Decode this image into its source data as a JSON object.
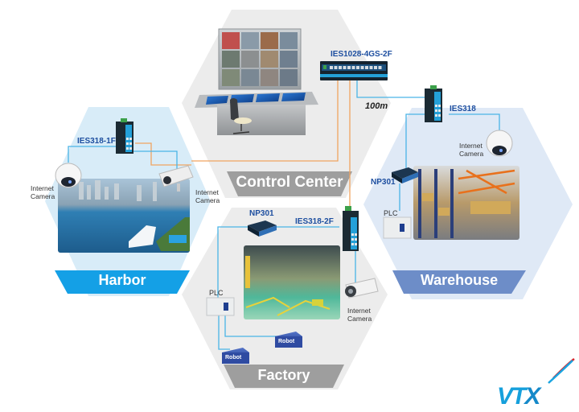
{
  "zones": {
    "control_center": {
      "title": "Control Center",
      "fill": "#ececec",
      "banner": "#9e9e9e"
    },
    "harbor": {
      "title": "Harbor",
      "fill": "#d8ecf8",
      "banner": "#14a0e6"
    },
    "factory": {
      "title": "Factory",
      "fill": "#ececec",
      "banner": "#9e9e9e"
    },
    "warehouse": {
      "title": "Warehouse",
      "fill": "#dfe9f6",
      "banner": "#6d8dc8"
    }
  },
  "devices": {
    "core_switch": "IES1028-4GS-2F",
    "harbor_switch": "IES318-1F",
    "warehouse_switch": "IES318",
    "factory_switch": "IES318-2F",
    "factory_server": "NP301",
    "warehouse_server": "NP301"
  },
  "labels": {
    "distance": "100m",
    "internet_camera_line1": "Internet",
    "internet_camera_line2": "Camera",
    "plc": "PLC",
    "robot": "Robot"
  },
  "colors": {
    "fiber_link": "#f0a460",
    "copper_link": "#4ab4e6"
  },
  "logo": {
    "text_v": "V",
    "text_t": "T",
    "text_x": "X"
  }
}
